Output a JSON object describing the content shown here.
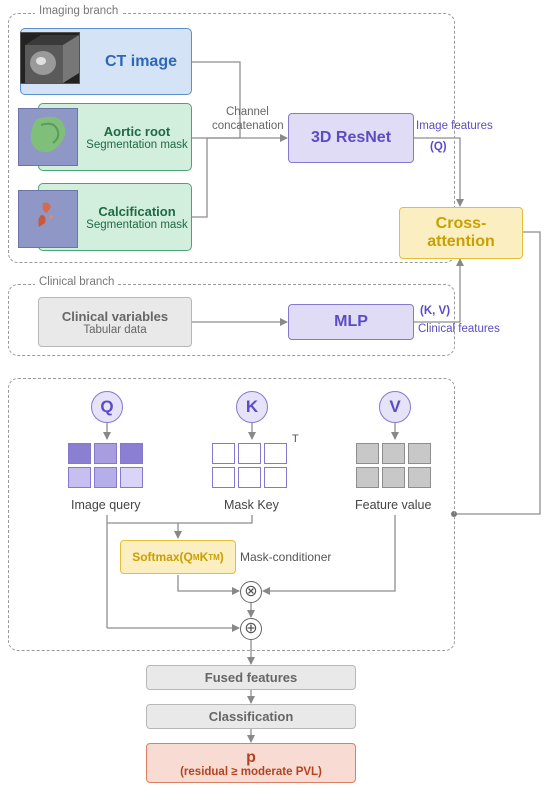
{
  "imaging_branch": {
    "label": "Imaging branch",
    "ct_image": "CT image",
    "aortic_root": {
      "title": "Aortic root",
      "subtitle": "Segmentation mask"
    },
    "calcification": {
      "title": "Calcification",
      "subtitle": "Segmentation mask"
    },
    "channel_concat_line1": "Channel",
    "channel_concat_line2": "concatenation",
    "resnet": "3D ResNet",
    "image_features": "Image features",
    "q_tag": "(Q)"
  },
  "cross_attention": {
    "line1": "Cross-",
    "line2": "attention"
  },
  "clinical_branch": {
    "label": "Clinical branch",
    "clinical_variables": {
      "title": "Clinical variables",
      "subtitle": "Tabular data"
    },
    "mlp": "MLP",
    "kv_tag": "(K, V)",
    "clinical_features": "Clinical features"
  },
  "attention_detail": {
    "q_circle": "Q",
    "k_circle": "K",
    "v_circle": "V",
    "transpose_mark": "T",
    "image_query": "Image query",
    "mask_key": "Mask Key",
    "feature_value": "Feature value",
    "softmax": {
      "prefix": "Softmax(Q",
      "sub_m1": "M",
      "mid": "K",
      "sup_t": "T",
      "sub_m2": "M",
      "suffix": ")"
    },
    "mask_conditioner": "Mask-conditioner",
    "multiply_symbol": "⊗",
    "add_symbol": "⊕"
  },
  "output": {
    "fused_features": "Fused features",
    "classification": "Classification",
    "p": "p",
    "p_subtitle": "(residual ≥ moderate PVL)"
  },
  "colors": {
    "purple": "#5b4cc4",
    "yellow": "#e5be39",
    "green_text": "#1d6a43",
    "ct_text": "#2f67b8",
    "red_text": "#b4421f",
    "dashed": "#9a9a9a"
  },
  "query_grid": [
    "#8b7fd3",
    "#a79ddf",
    "#8b7fd3",
    "#c6bff0",
    "#b6aee9",
    "#dad5f6"
  ],
  "key_grid": [
    "#ffffff",
    "#ffffff",
    "#ffffff",
    "#ffffff",
    "#ffffff",
    "#ffffff"
  ],
  "value_grid": [
    "#c8c8c8",
    "#c8c8c8",
    "#c8c8c8",
    "#c8c8c8",
    "#c8c8c8",
    "#c8c8c8"
  ]
}
